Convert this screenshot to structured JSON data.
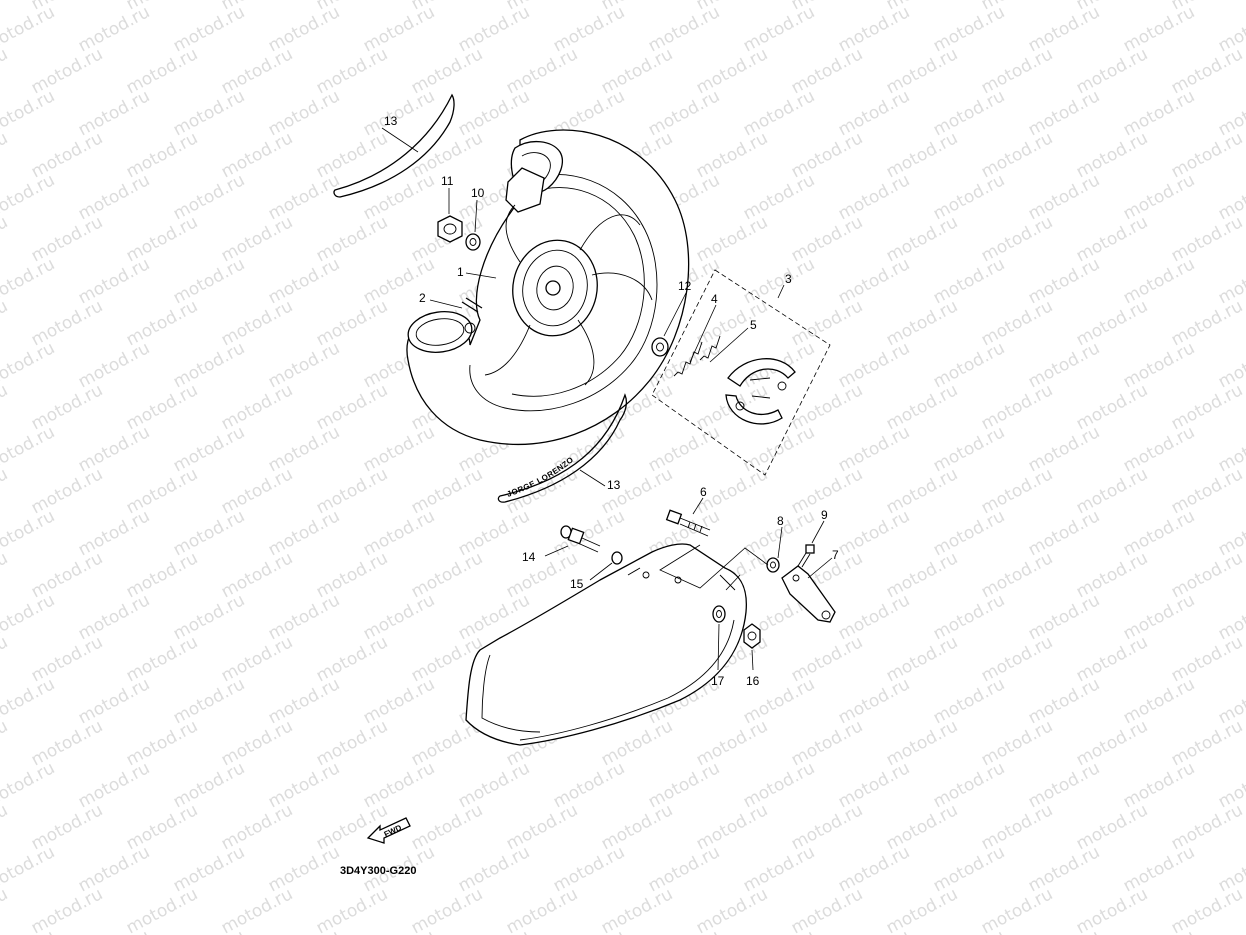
{
  "watermark": {
    "text": "motod.ru"
  },
  "callouts": {
    "c1": "1",
    "c2": "2",
    "c3": "3",
    "c4": "4",
    "c5": "5",
    "c6": "6",
    "c7": "7",
    "c8": "8",
    "c9": "9",
    "c10": "10",
    "c11": "11",
    "c12": "12",
    "c13a": "13",
    "c13b": "13",
    "c14": "14",
    "c15": "15",
    "c16": "16",
    "c17": "17"
  },
  "decal_text": "JORGE LORENZO",
  "fwd_label": "FWD",
  "diagram_code": "3D4Y300-G220"
}
